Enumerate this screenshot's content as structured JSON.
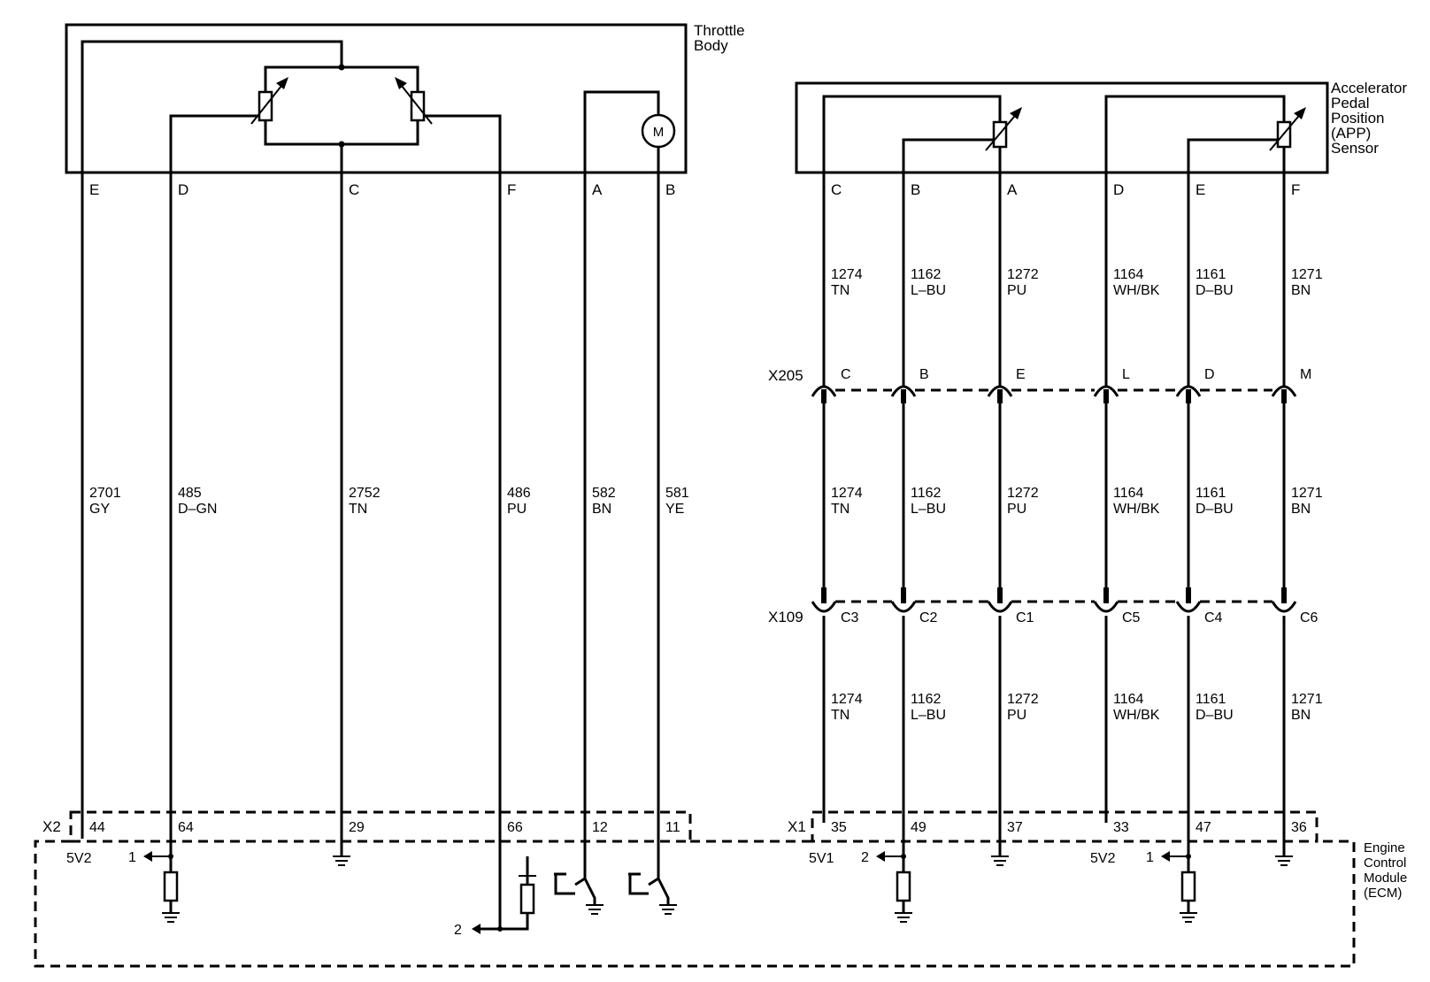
{
  "modules": {
    "throttle_body": [
      "Throttle",
      "Body"
    ],
    "app_sensor": [
      "Accelerator",
      "Pedal",
      "Position",
      "(APP)",
      "Sensor"
    ],
    "ecm": [
      "Engine",
      "Control",
      "Module",
      "(ECM)"
    ]
  },
  "connectors": {
    "x205": "X205",
    "x109": "X109",
    "x2": "X2",
    "x1": "X1"
  },
  "throttle_circuits": [
    {
      "pin": "E",
      "circuit": "2701",
      "color": "GY",
      "ecm_pin": "44",
      "ecm_label": "5V2"
    },
    {
      "pin": "D",
      "circuit": "485",
      "color": "D–GN",
      "ecm_pin": "64",
      "ecm_label": "1"
    },
    {
      "pin": "C",
      "circuit": "2752",
      "color": "TN",
      "ecm_pin": "29",
      "ecm_label": ""
    },
    {
      "pin": "F",
      "circuit": "486",
      "color": "PU",
      "ecm_pin": "66",
      "ecm_label": "2"
    },
    {
      "pin": "A",
      "circuit": "582",
      "color": "BN",
      "ecm_pin": "12",
      "ecm_label": ""
    },
    {
      "pin": "B",
      "circuit": "581",
      "color": "YE",
      "ecm_pin": "11",
      "ecm_label": ""
    }
  ],
  "app_circuits": [
    {
      "pin": "C",
      "circuit": "1274",
      "color": "TN",
      "x205": "C",
      "x109": "C3",
      "ecm_pin": "35",
      "ecm_label": "5V1"
    },
    {
      "pin": "B",
      "circuit": "1162",
      "color": "L–BU",
      "x205": "B",
      "x109": "C2",
      "ecm_pin": "49",
      "ecm_label": "2"
    },
    {
      "pin": "A",
      "circuit": "1272",
      "color": "PU",
      "x205": "E",
      "x109": "C1",
      "ecm_pin": "37",
      "ecm_label": ""
    },
    {
      "pin": "D",
      "circuit": "1164",
      "color": "WH/BK",
      "x205": "L",
      "x109": "C5",
      "ecm_pin": "33",
      "ecm_label": "5V2"
    },
    {
      "pin": "E",
      "circuit": "1161",
      "color": "D–BU",
      "x205": "D",
      "x109": "C4",
      "ecm_pin": "47",
      "ecm_label": "1"
    },
    {
      "pin": "F",
      "circuit": "1271",
      "color": "BN",
      "x205": "M",
      "x109": "C6",
      "ecm_pin": "36",
      "ecm_label": ""
    }
  ],
  "motor_symbol": "M"
}
